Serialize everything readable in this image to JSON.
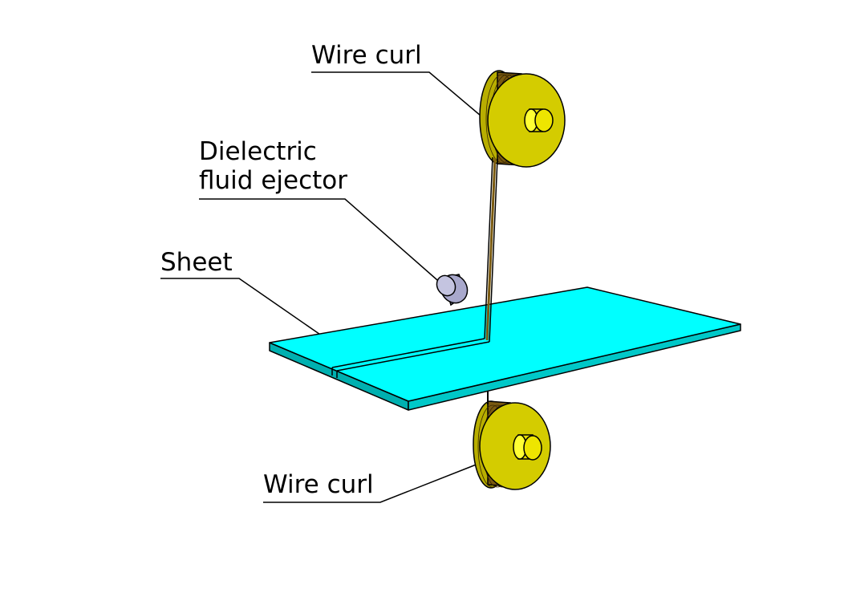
{
  "labels": {
    "wire_curl_top": "Wire curl",
    "fluid_ejector_line1": "Dielectric",
    "fluid_ejector_line2": "fluid ejector",
    "sheet": "Sheet",
    "wire_curl_bottom": "Wire curl"
  },
  "colors": {
    "sheet": "#00ffff",
    "sheet_edge": "#00b0b0",
    "spool_face": "#d4cc00",
    "spool_hub": "#ffff33",
    "spool_wire": "#7a5a10",
    "ejector": "#9c9cc4",
    "wire": "#7a5a10"
  }
}
